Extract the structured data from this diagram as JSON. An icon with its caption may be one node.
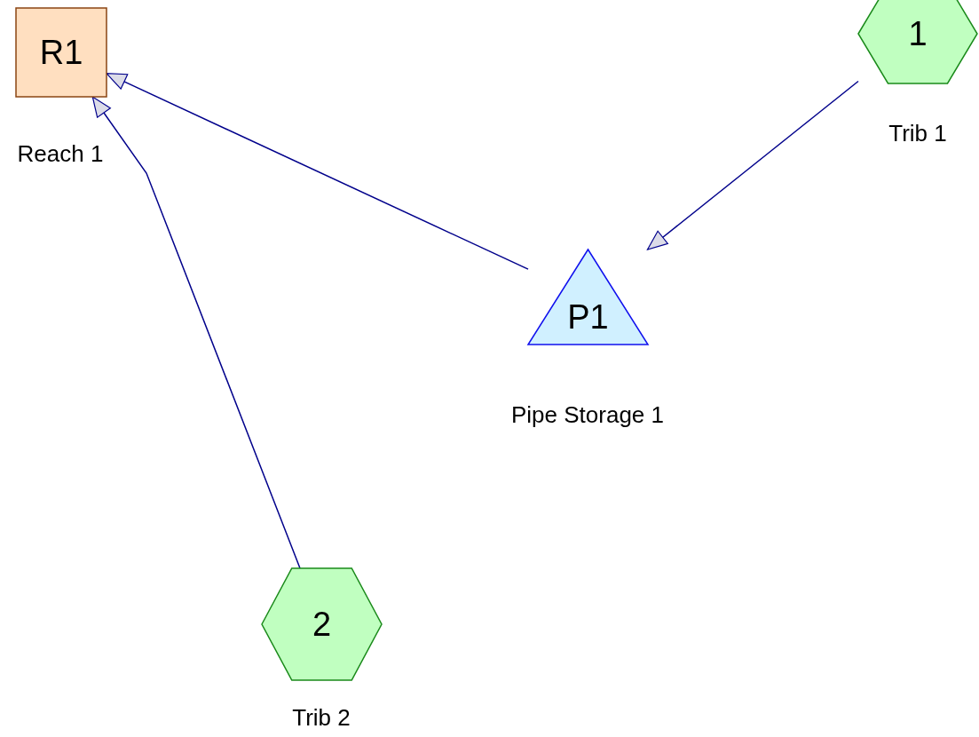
{
  "diagram": {
    "nodes": [
      {
        "text": [
          "R1"
        ],
        "beside": [
          "Reach 1"
        ]
      },
      {
        "text": [
          "1"
        ],
        "beside": [
          "Trib 1"
        ]
      },
      {
        "text": [
          "P1"
        ],
        "beside": [
          "Pipe Storage 1"
        ]
      },
      {
        "text": [
          "2"
        ],
        "beside": [
          "Trib 2"
        ]
      }
    ],
    "edges": [
      {
        "from": 1,
        "to": 2,
        "arrow": "to"
      },
      {
        "from": 2,
        "to": 0,
        "arrow": "to"
      },
      {
        "from": 3,
        "to": 0,
        "arrow": "to"
      }
    ]
  }
}
